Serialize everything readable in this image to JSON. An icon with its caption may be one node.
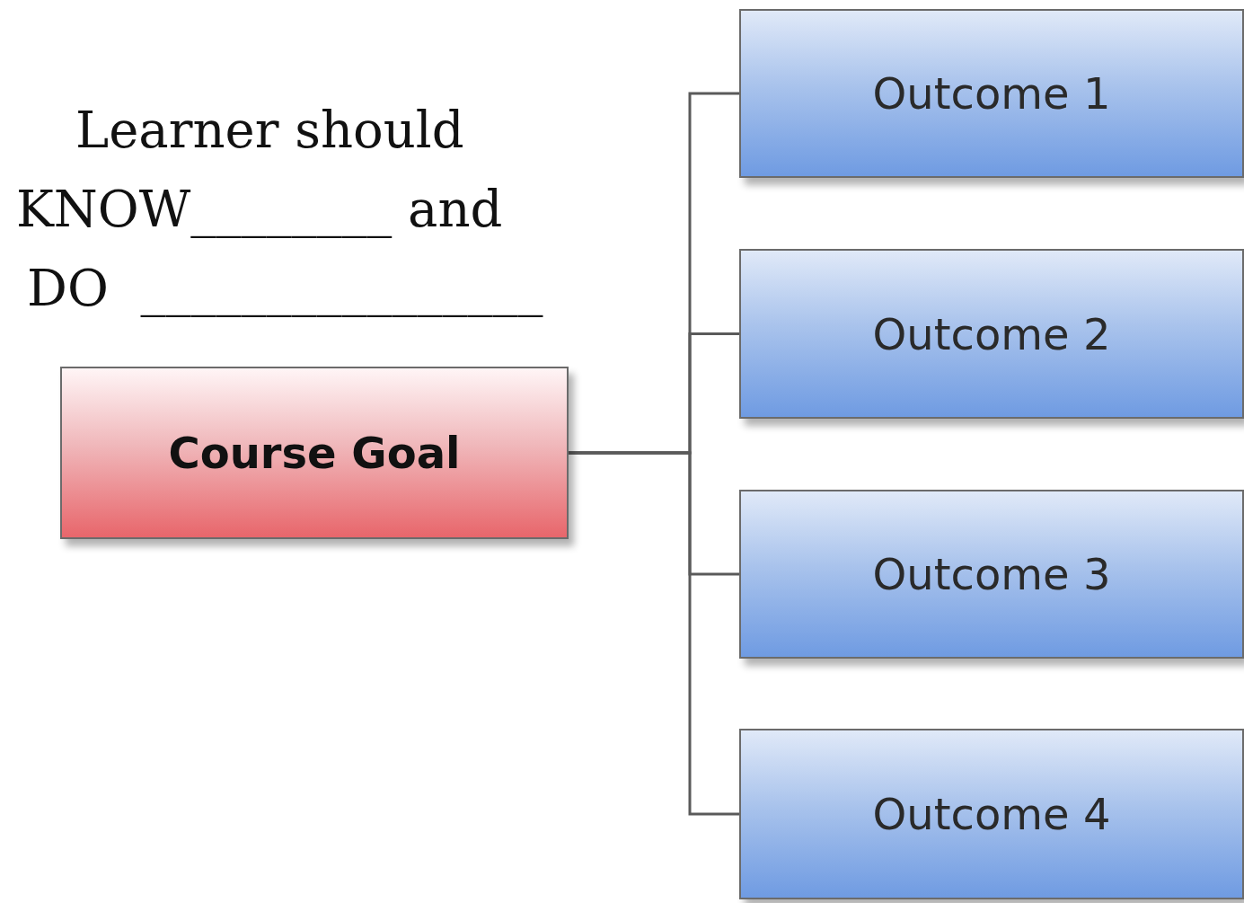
{
  "diagram": {
    "nodes": [
      {
        "text": [
          "Course Goal"
        ]
      },
      {
        "text": [
          "Outcome 1"
        ]
      },
      {
        "text": [
          "Outcome 2"
        ]
      },
      {
        "text": [
          "Outcome 3"
        ]
      },
      {
        "text": [
          "Outcome 4"
        ]
      }
    ],
    "edges": [
      {
        "from": 0,
        "to": 1,
        "arrow": "none"
      },
      {
        "from": 0,
        "to": 2,
        "arrow": "none"
      },
      {
        "from": 0,
        "to": 3,
        "arrow": "none"
      },
      {
        "from": 0,
        "to": 4,
        "arrow": "none"
      }
    ],
    "labels": [
      "Learner should",
      "KNOW________ and",
      "DO  ________________"
    ]
  }
}
